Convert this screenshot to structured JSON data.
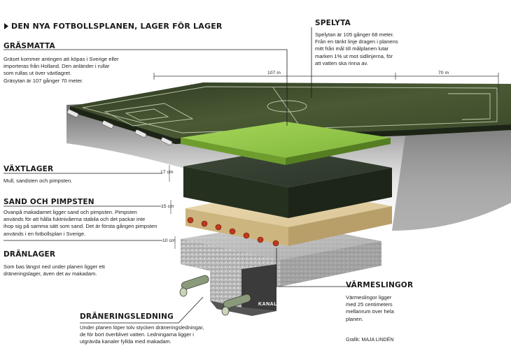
{
  "title": "DEN NYA FOTBOLLSPLANEN, LAGER FÖR LAGER",
  "sections": {
    "grasmatta": {
      "heading": "GRÄSMATTA",
      "text": "Gräset kommer antingen att köpas i Sverige eller\nimporteras från Holland. Den anländer i rullar\nsom rullas ut över växtlagret.\nGräsytan är 107 gånger 70 meter."
    },
    "spelyta": {
      "heading": "SPELYTA",
      "text": "Spelytan är 105 gånger 68 meter.\nFrån en tänkt linje dragen i planens\nmitt från mål till målplanen lutar\nmarken 1% ut mot sidlinjerna, för\natt vatten ska rinna av."
    },
    "vaxtlager": {
      "heading": "VÄXTLAGER",
      "text": "Mull, sandsten och pimpsten."
    },
    "sand": {
      "heading": "SAND OCH PIMPSTEN",
      "text": "Ovanpå makadamet ligger sand och pimpsten. Pimpsten\nanvänds för att hålla fuktnivåerna stabila och det packar inte\nihop sig på samma sätt som sand. Det är första gången pimpsten\nanvänds i en fotbollsplan i Sverige."
    },
    "dranlager": {
      "heading": "DRÄNLAGER",
      "text": "Som bas längst ned under planen ligger ett\ndräneringslager, även det av makadam."
    },
    "dranering": {
      "heading": "DRÄNERINGSLEDNING",
      "text": "Under planen löper tolv stycken dräneringsledningar,\nde för bort överblivet vatten. Ledningarna ligger i\nutgrävda kanaler fyllda med makadam."
    },
    "varme": {
      "heading": "VÄRMESLINGOR",
      "text": "Värmeslingor ligger\nmed 25 centimeters\nmellanrum över hela\nplanen."
    }
  },
  "dimensions": {
    "length": "107 m",
    "width": "70 m",
    "layer1": "17 cm",
    "layer2": "15 cm",
    "layer3": "10 cm"
  },
  "kanal_label": "KANAL",
  "credit": "Grafik: MAJA LINDÉN",
  "colors": {
    "grass": "#8bc34a",
    "grass_dark": "#4d7a1f",
    "pitch": "#3e4a2c",
    "soil": "#2f3a2b",
    "sand": "#e4d2a8",
    "gravel": "#b9b9b9",
    "pipe": "#c0391b"
  },
  "icons": [
    "title-triangle-icon"
  ]
}
